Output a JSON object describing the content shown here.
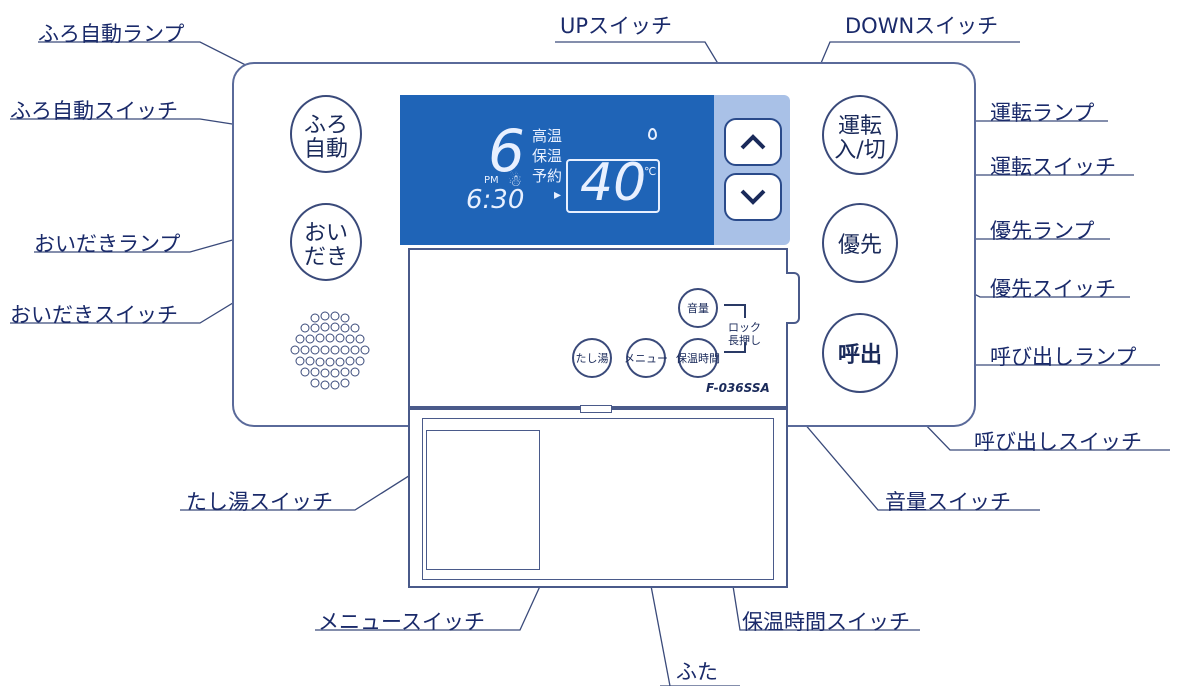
{
  "labels": {
    "furo_lamp": "ふろ自動ランプ",
    "furo_switch": "ふろ自動スイッチ",
    "oidaki_lamp": "おいだきランプ",
    "oidaki_switch": "おいだきスイッチ",
    "up_switch": "UPスイッチ",
    "down_switch": "DOWNスイッチ",
    "unten_lamp": "運転ランプ",
    "unten_switch": "運転スイッチ",
    "yusen_lamp": "優先ランプ",
    "yusen_switch": "優先スイッチ",
    "yobidashi_lamp": "呼び出しランプ",
    "yobidashi_switch": "呼び出しスイッチ",
    "tashiyu_switch": "たし湯スイッチ",
    "onryo_switch": "音量スイッチ",
    "menu_switch": "メニュースイッチ",
    "hoon_jikan_switch": "保温時間スイッチ",
    "futa": "ふた"
  },
  "buttons": {
    "furo_line1": "ふろ",
    "furo_line2": "自動",
    "oidaki_line1": "おい",
    "oidaki_line2": "だき",
    "unten_line1": "運転",
    "unten_line2": "入/切",
    "yusen": "優先",
    "yobidashi": "呼出",
    "onryo": "音量",
    "tashiyu": "たし湯",
    "menu": "メニュー",
    "hoon_jikan": "保温時間",
    "lock_line1": "ロック",
    "lock_line2": "長押し"
  },
  "display": {
    "level": "6",
    "mode_high": "高温",
    "mode_keep": "保温",
    "mode_reserve": "予約",
    "ampm": "PM",
    "time": "6:30",
    "temperature": "40",
    "unit": "℃"
  },
  "model": "F-036SSA",
  "colors": {
    "screen": "#1f64b7",
    "updown_panel": "#a9c1e7",
    "line": "#3a4a7a"
  }
}
